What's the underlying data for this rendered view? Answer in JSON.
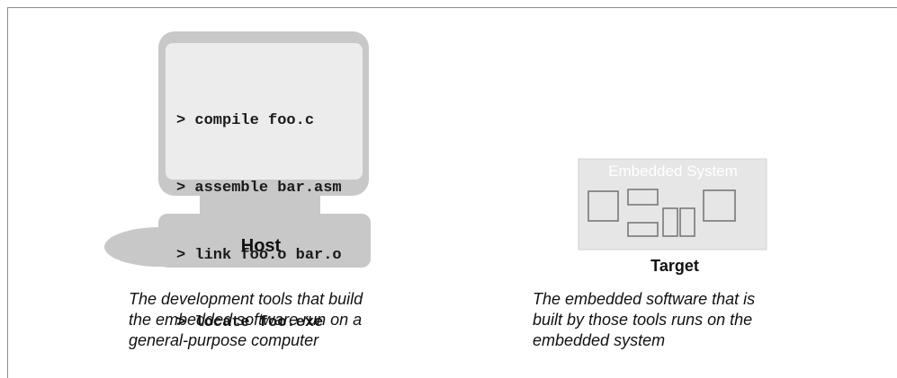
{
  "host": {
    "terminal_lines": [
      "> compile foo.c",
      "> assemble bar.asm",
      "> link foo.o bar.o",
      "> locate foo.exe"
    ],
    "label": "Host",
    "caption_lines": [
      "The development tools that build",
      "the embedded software run on a",
      "general-purpose computer"
    ]
  },
  "target": {
    "box_title": "Embedded System",
    "label": "Target",
    "caption_lines": [
      "The embedded software that is",
      "built by those tools runs on the",
      "embedded system"
    ]
  },
  "colors": {
    "device_gray": "#c8c8c8",
    "screen_fill": "#ececec",
    "embedded_box": "#e6e6e6",
    "chip_outline": "#707070"
  }
}
